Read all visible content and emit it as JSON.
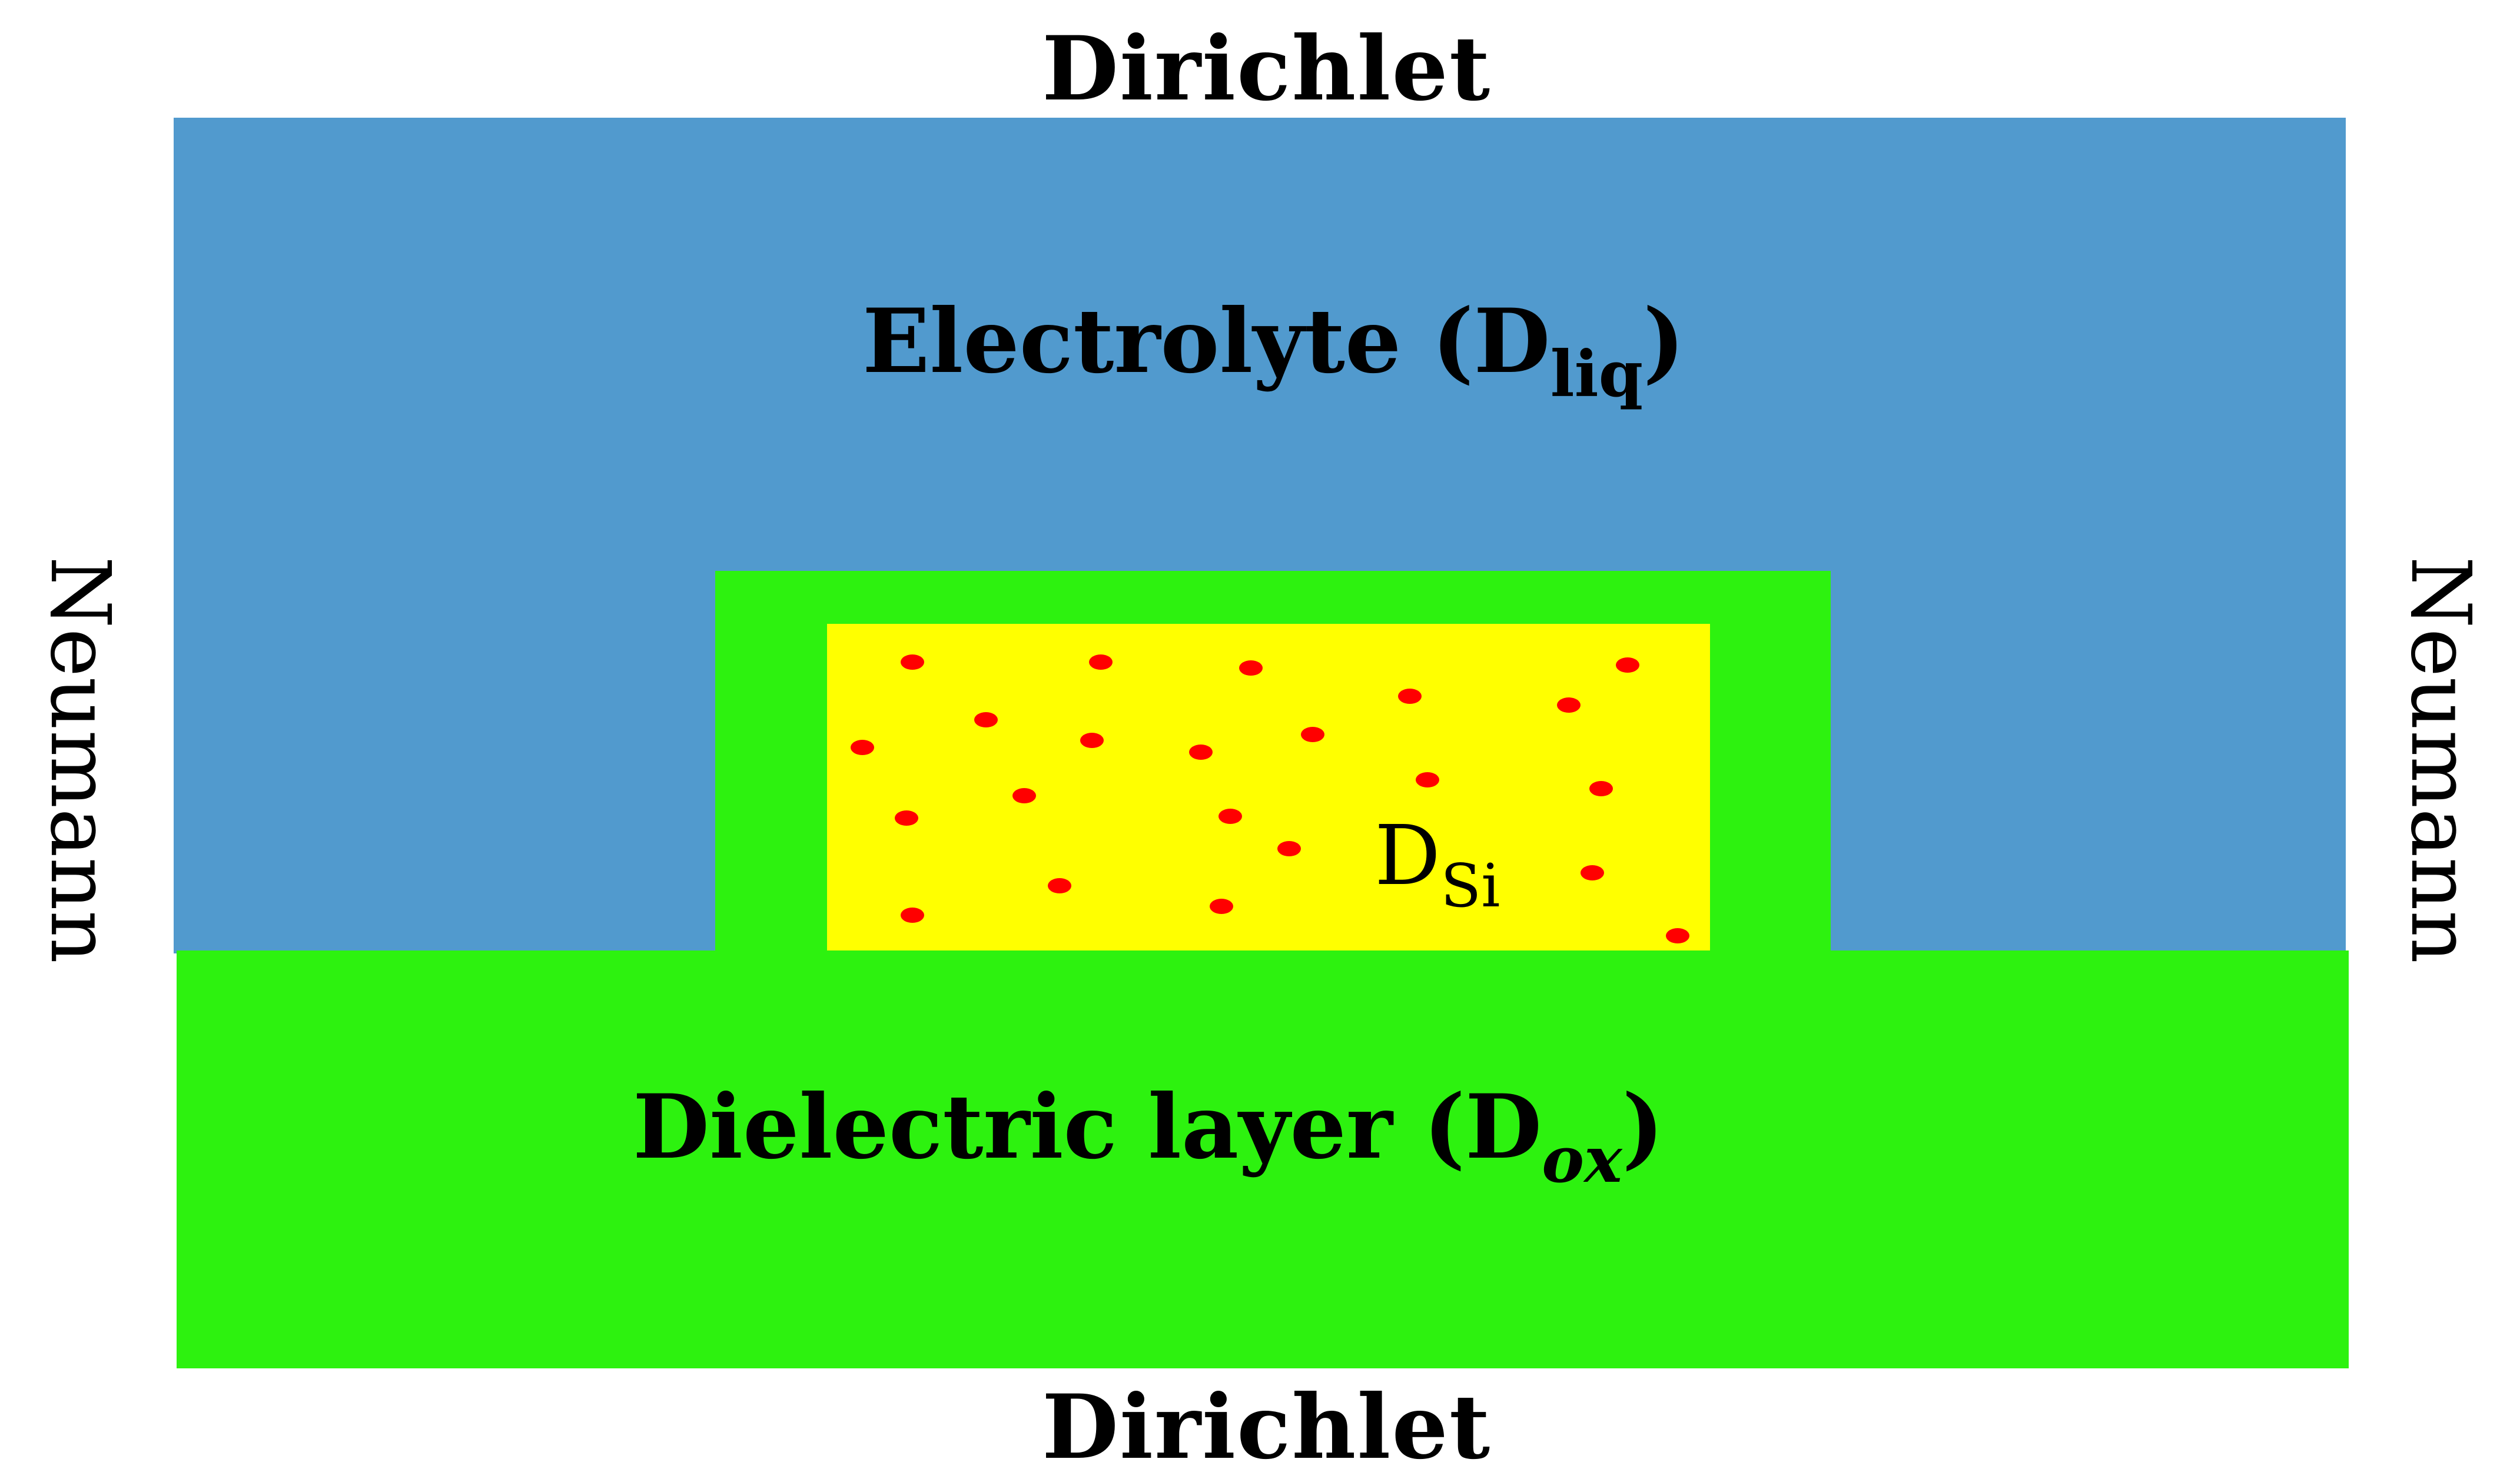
{
  "boundaries": {
    "top": "Dirichlet",
    "bottom": "Dirichlet",
    "left": "Neumann",
    "right": "Neumann"
  },
  "regions": {
    "electrolyte": {
      "name": "Electrolyte (",
      "symbol": "D",
      "subscript": "liq",
      "close": ")",
      "color": "#519ACE"
    },
    "dielectric": {
      "name": "Dielectric layer (",
      "symbol": "D",
      "subscript": "ox",
      "close": ")",
      "color": "#2DF20F"
    },
    "silicon": {
      "symbol": "D",
      "subscript": "Si",
      "color": "#FFFF00"
    }
  },
  "dopant_color": "#FF0000"
}
